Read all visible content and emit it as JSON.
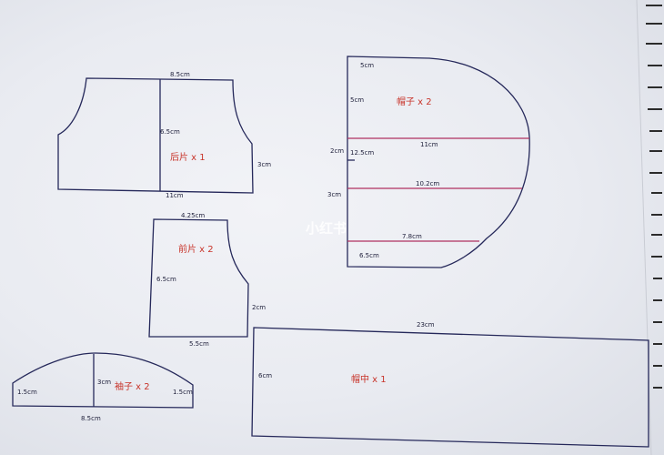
{
  "pattern_sheet": {
    "back_piece": {
      "top_width": "8.5cm",
      "height": "6.5cm",
      "name": "后片 x 1",
      "side": "3cm",
      "bottom_width": "11cm"
    },
    "front_piece": {
      "top_width": "4.25cm",
      "name": "前片 x 2",
      "height": "6.5cm",
      "side": "2cm",
      "bottom_width": "5.5cm"
    },
    "sleeve_piece": {
      "left_side": "1.5cm",
      "center_height": "3cm",
      "name": "袖子 x 2",
      "right_side": "1.5cm",
      "bottom_width": "8.5cm"
    },
    "hood_side_piece": {
      "top_offset": "5cm",
      "upper_height": "5cm",
      "name": "帽子 x 2",
      "line_1_width": "11cm",
      "left_2cm": "2cm",
      "mid_height": "12.5cm",
      "line_2_width": "10.2cm",
      "left_3cm": "3cm",
      "line_3_width": "7.8cm",
      "bottom_width": "6.5cm"
    },
    "hood_band_piece": {
      "length": "23cm",
      "height": "6cm",
      "name": "帽中 x 1"
    }
  },
  "watermark": "小红书"
}
